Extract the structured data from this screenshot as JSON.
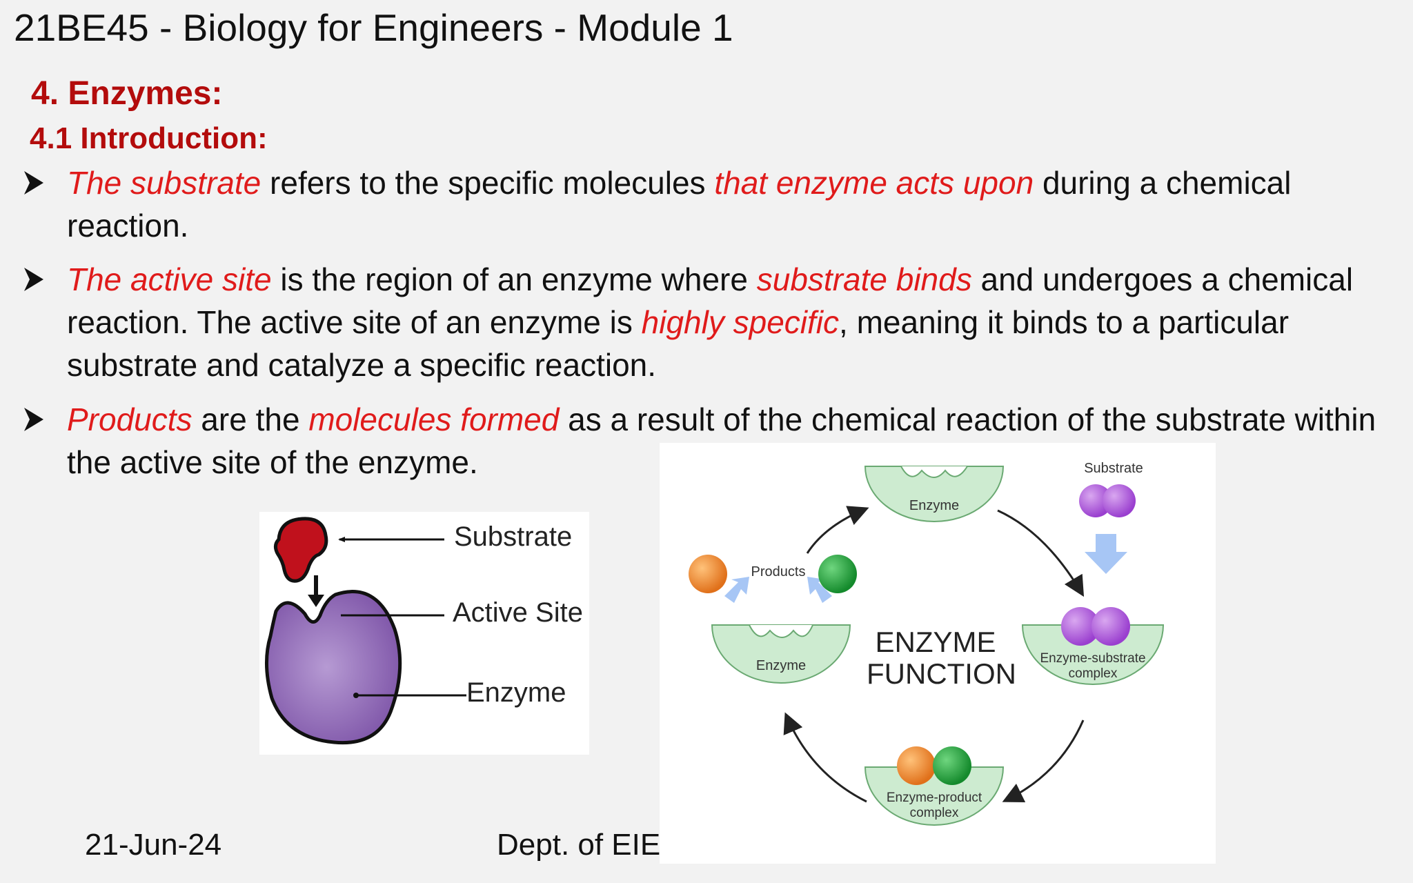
{
  "header": {
    "title": "21BE45 - Biology for Engineers - Module 1"
  },
  "section": {
    "heading": "4. Enzymes:",
    "subheading": "4.1 Introduction:"
  },
  "bullets": [
    {
      "parts": [
        {
          "text": "The substrate",
          "em": true
        },
        {
          "text": " refers to the specific molecules ",
          "em": false
        },
        {
          "text": "that enzyme acts upon",
          "em": true
        },
        {
          "text": " during a chemical reaction.",
          "em": false
        }
      ]
    },
    {
      "parts": [
        {
          "text": "The active site",
          "em": true
        },
        {
          "text": " is the region of an enzyme where ",
          "em": false
        },
        {
          "text": "substrate binds",
          "em": true
        },
        {
          "text": " and undergoes a chemical reaction. The active site of an enzyme is ",
          "em": false
        },
        {
          "text": "highly specific",
          "em": true
        },
        {
          "text": ", meaning it binds to a particular substrate and catalyze a specific reaction.",
          "em": false
        }
      ]
    },
    {
      "parts": [
        {
          "text": "Products",
          "em": true
        },
        {
          "text": " are the ",
          "em": false
        },
        {
          "text": "molecules formed",
          "em": true
        },
        {
          "text": " as a result of the chemical reaction of the substrate within the active site of the enzyme.",
          "em": false
        }
      ]
    }
  ],
  "figure_left": {
    "labels": {
      "substrate": "Substrate",
      "active_site": "Active Site",
      "enzyme": "Enzyme"
    },
    "colors": {
      "substrate": "#c0111c",
      "enzyme": "#8e6ab3"
    }
  },
  "figure_right": {
    "center_line1": "ENZYME",
    "center_line2": "FUNCTION",
    "labels": {
      "enzyme_top": "Enzyme",
      "substrate": "Substrate",
      "products": "Products",
      "enzyme_left": "Enzyme",
      "es_complex_line1": "Enzyme-substrate",
      "es_complex_line2": "complex",
      "ep_complex_line1": "Enzyme-product",
      "ep_complex_line2": "complex"
    },
    "colors": {
      "enzyme": "#cdebd0",
      "substrate": "#b15ad8",
      "product_a": "#f08a25",
      "product_b": "#1ea53a"
    }
  },
  "footer": {
    "date": "21-Jun-24",
    "dept": "Dept. of EIE"
  }
}
